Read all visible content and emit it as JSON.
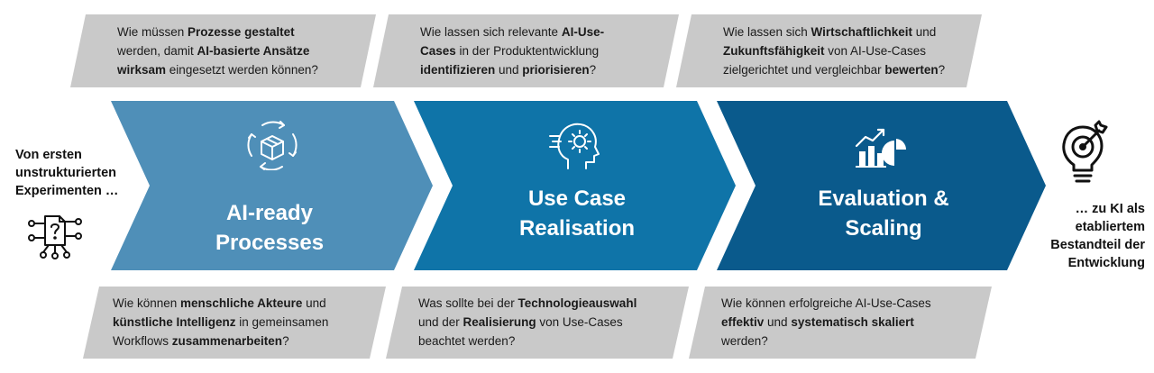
{
  "start": {
    "text": [
      "Von ersten",
      "unstrukturierten",
      "Experimenten …"
    ],
    "icon": "document-question-network-icon"
  },
  "end": {
    "text": [
      "… zu KI als",
      "etabliertem",
      "Bestandteil der",
      "Entwicklung"
    ],
    "icon": "lightbulb-target-icon"
  },
  "steps": [
    {
      "title_1": "AI-ready",
      "title_2": "Processes",
      "icon": "box-cycle-icon",
      "color": "#4f8fb8"
    },
    {
      "title_1": "Use Case",
      "title_2": "Realisation",
      "icon": "head-gear-icon",
      "color": "#0f74a8"
    },
    {
      "title_1": "Evaluation &",
      "title_2": "Scaling",
      "icon": "bar-pie-chart-icon",
      "color": "#0a5a8c"
    }
  ],
  "questions_top": [
    [
      [
        {
          "t": "Wie müssen ",
          "b": false
        },
        {
          "t": "Prozesse gestaltet",
          "b": true
        }
      ],
      [
        {
          "t": "werden, damit ",
          "b": false
        },
        {
          "t": "AI-basierte Ansätze",
          "b": true
        }
      ],
      [
        {
          "t": "wirksam",
          "b": true
        },
        {
          "t": " eingesetzt werden können?",
          "b": false
        }
      ]
    ],
    [
      [
        {
          "t": "Wie lassen sich relevante ",
          "b": false
        },
        {
          "t": "AI-Use-",
          "b": true
        }
      ],
      [
        {
          "t": "Cases",
          "b": true
        },
        {
          "t": " in der Produktentwicklung",
          "b": false
        }
      ],
      [
        {
          "t": "identifizieren",
          "b": true
        },
        {
          "t": " und ",
          "b": false
        },
        {
          "t": "priorisieren",
          "b": true
        },
        {
          "t": "?",
          "b": false
        }
      ]
    ],
    [
      [
        {
          "t": "Wie lassen sich ",
          "b": false
        },
        {
          "t": "Wirtschaftlichkeit",
          "b": true
        },
        {
          "t": " und",
          "b": false
        }
      ],
      [
        {
          "t": "Zukunftsfähigkeit",
          "b": true
        },
        {
          "t": " von AI-Use-Cases",
          "b": false
        }
      ],
      [
        {
          "t": "zielgerichtet und vergleichbar ",
          "b": false
        },
        {
          "t": "bewerten",
          "b": true
        },
        {
          "t": "?",
          "b": false
        }
      ]
    ]
  ],
  "questions_bottom": [
    [
      [
        {
          "t": "Wie können ",
          "b": false
        },
        {
          "t": "menschliche Akteure",
          "b": true
        },
        {
          "t": " und",
          "b": false
        }
      ],
      [
        {
          "t": "künstliche Intelligenz",
          "b": true
        },
        {
          "t": " in gemeinsamen",
          "b": false
        }
      ],
      [
        {
          "t": "Workflows ",
          "b": false
        },
        {
          "t": "zusammenarbeiten",
          "b": true
        },
        {
          "t": "?",
          "b": false
        }
      ]
    ],
    [
      [
        {
          "t": "Was sollte bei der ",
          "b": false
        },
        {
          "t": "Technologieauswahl",
          "b": true
        }
      ],
      [
        {
          "t": "und der ",
          "b": false
        },
        {
          "t": "Realisierung",
          "b": true
        },
        {
          "t": " von Use-Cases",
          "b": false
        }
      ],
      [
        {
          "t": "beachtet werden?",
          "b": false
        }
      ]
    ],
    [
      [
        {
          "t": "Wie können erfolgreiche AI-Use-Cases",
          "b": false
        }
      ],
      [
        {
          "t": "effektiv",
          "b": true
        },
        {
          "t": " und ",
          "b": false
        },
        {
          "t": "systematisch skaliert",
          "b": true
        }
      ],
      [
        {
          "t": "werden?",
          "b": false
        }
      ]
    ]
  ],
  "colors": {
    "question_bg": "#c9c9c9",
    "text": "#1a1a1a"
  }
}
